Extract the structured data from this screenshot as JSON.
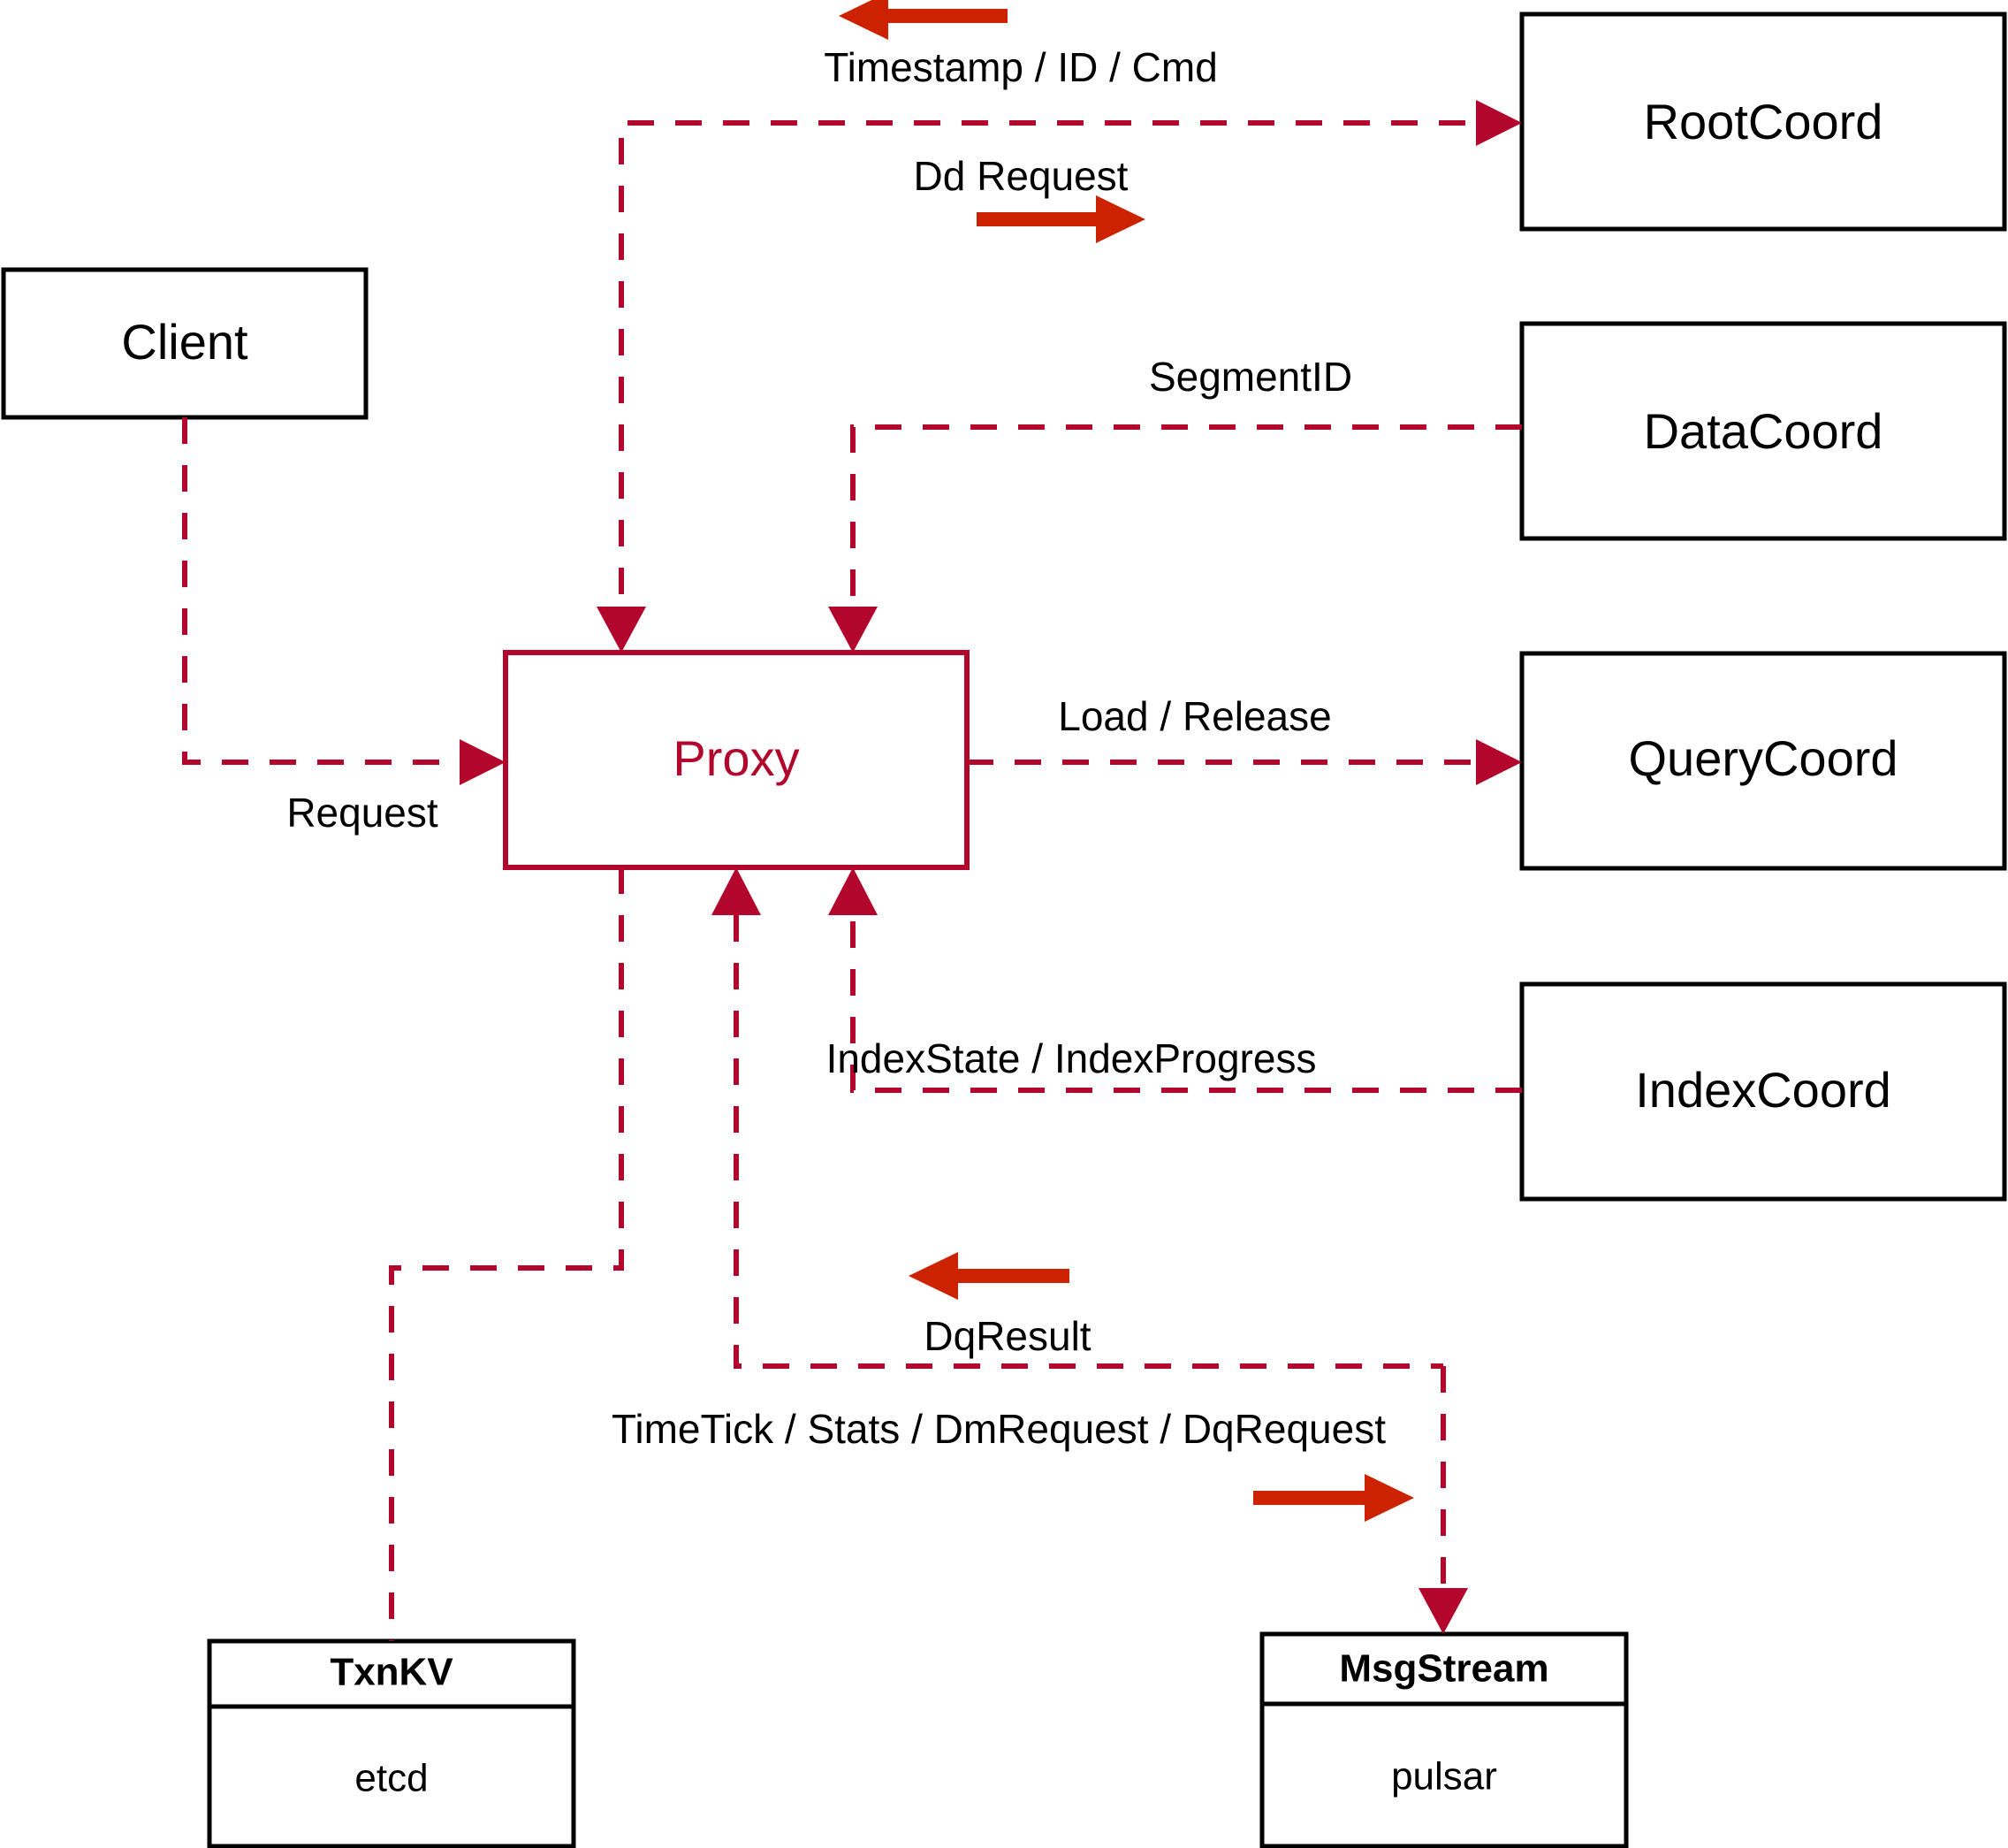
{
  "diagram": {
    "title": "Milvus Proxy Interaction Diagram",
    "colors": {
      "accent": "#b3062c",
      "arrow": "#cc2200",
      "box_stroke": "#000000",
      "background": "#ffffff"
    },
    "nodes": {
      "client": {
        "label": "Client"
      },
      "proxy": {
        "label": "Proxy"
      },
      "root_coord": {
        "label": "RootCoord"
      },
      "data_coord": {
        "label": "DataCoord"
      },
      "query_coord": {
        "label": "QueryCoord"
      },
      "index_coord": {
        "label": "IndexCoord"
      },
      "txn_kv": {
        "label": "TxnKV",
        "impl": "etcd"
      },
      "msg_stream": {
        "label": "MsgStream",
        "impl": "pulsar"
      }
    },
    "edges": {
      "timestamp_id_cmd": {
        "label": "Timestamp / ID / Cmd"
      },
      "dd_request": {
        "label": "Dd Request"
      },
      "segment_id": {
        "label": "SegmentID"
      },
      "request": {
        "label": "Request"
      },
      "load_release": {
        "label": "Load / Release"
      },
      "index_state_progress": {
        "label": "IndexState / IndexProgress"
      },
      "dq_result": {
        "label": "DqResult"
      },
      "timetick_stats": {
        "label": "TimeTick / Stats / DmRequest / DqRequest"
      }
    }
  }
}
